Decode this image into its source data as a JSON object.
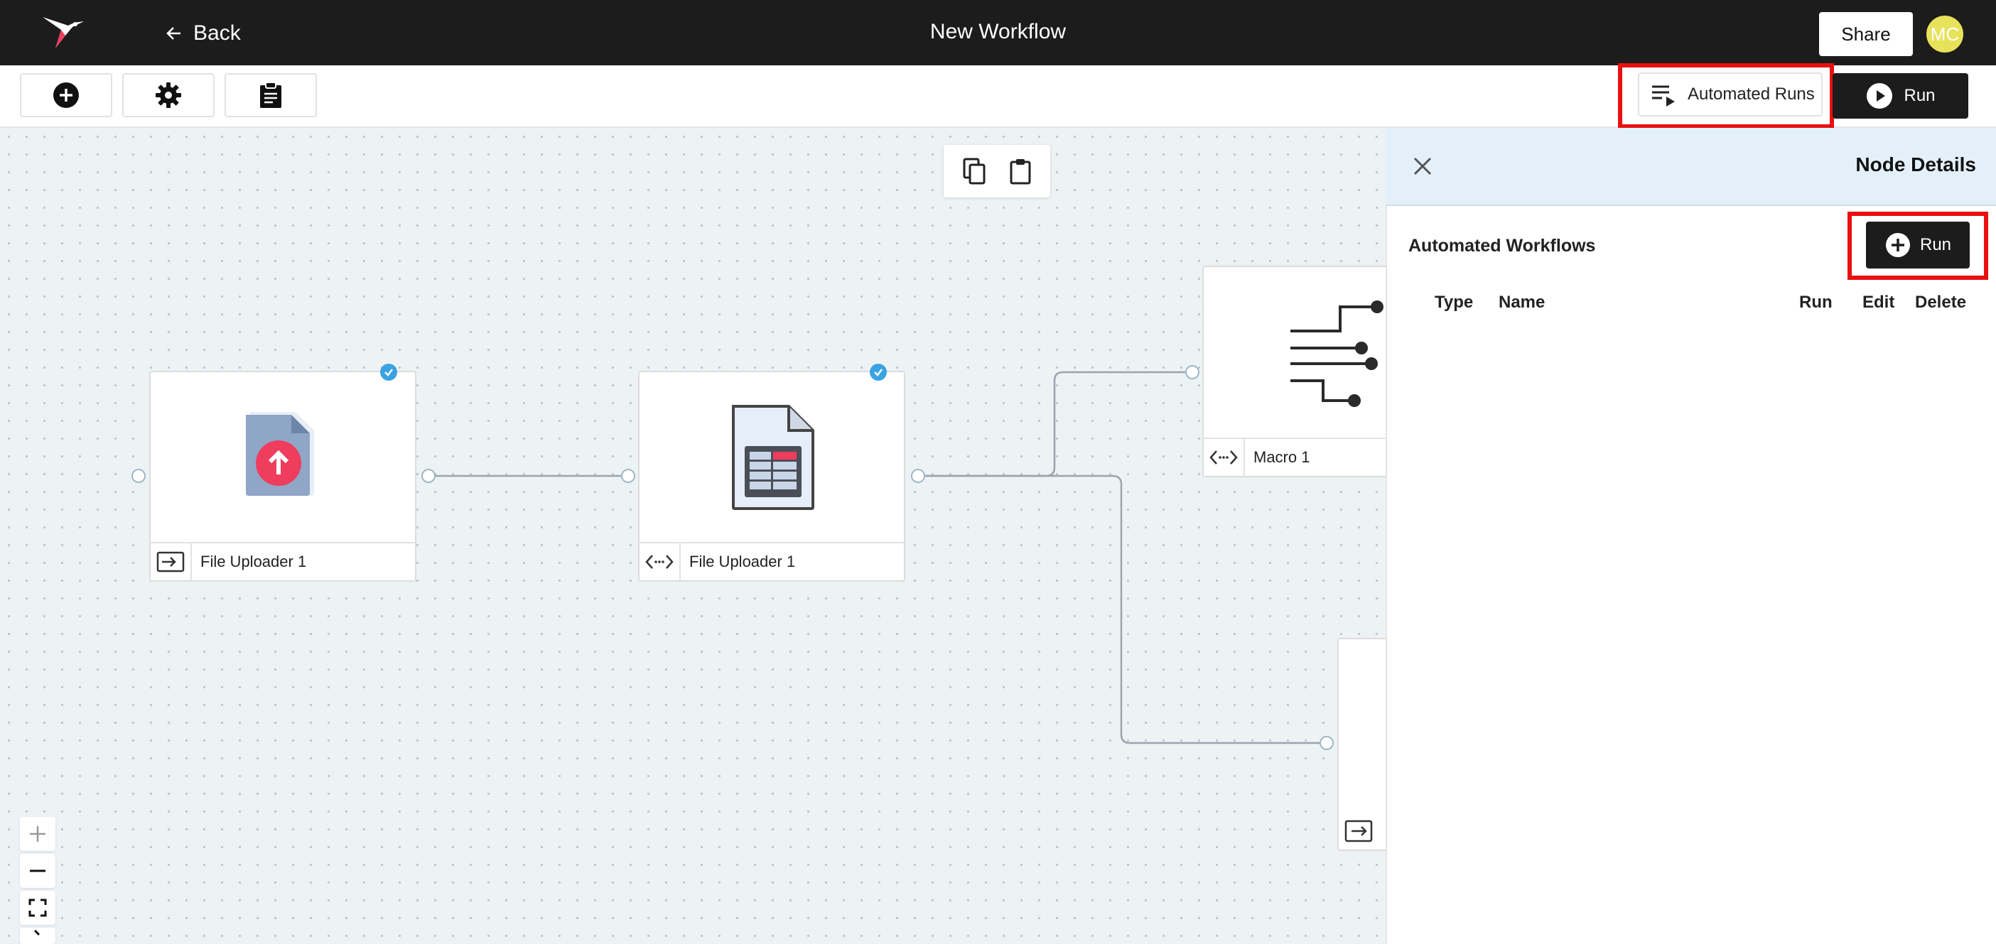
{
  "topbar": {
    "back_label": "Back",
    "title": "New Workflow",
    "share_label": "Share",
    "avatar_initials": "MC"
  },
  "toolbar": {
    "add_icon": "plus-circle-icon",
    "settings_icon": "gear-icon",
    "clipboard_icon": "clipboard-icon",
    "automated_runs_label": "Automated Runs",
    "run_label": "Run"
  },
  "canvas": {
    "nodes": [
      {
        "label": "File Uploader 1",
        "icon": "upload-file-icon",
        "footer_icon": "input-icon"
      },
      {
        "label": "File Uploader 1",
        "icon": "spreadsheet-file-icon",
        "footer_icon": "code-icon"
      },
      {
        "label": "Macro 1",
        "icon": "macro-icon",
        "footer_icon": "code-icon"
      }
    ]
  },
  "panel": {
    "title": "Node Details",
    "section_label": "Automated Workflows",
    "add_run_label": "Run",
    "columns": [
      "Type",
      "Name",
      "Run",
      "Edit",
      "Delete"
    ]
  },
  "colors": {
    "topbar_bg": "#1c1c1c",
    "avatar_bg": "#e7e25a",
    "highlight_red": "#e81010",
    "panel_header_bg": "#e3f0fa",
    "upload_accent": "#ee3d5d",
    "check_blue": "#3aa3e3"
  }
}
